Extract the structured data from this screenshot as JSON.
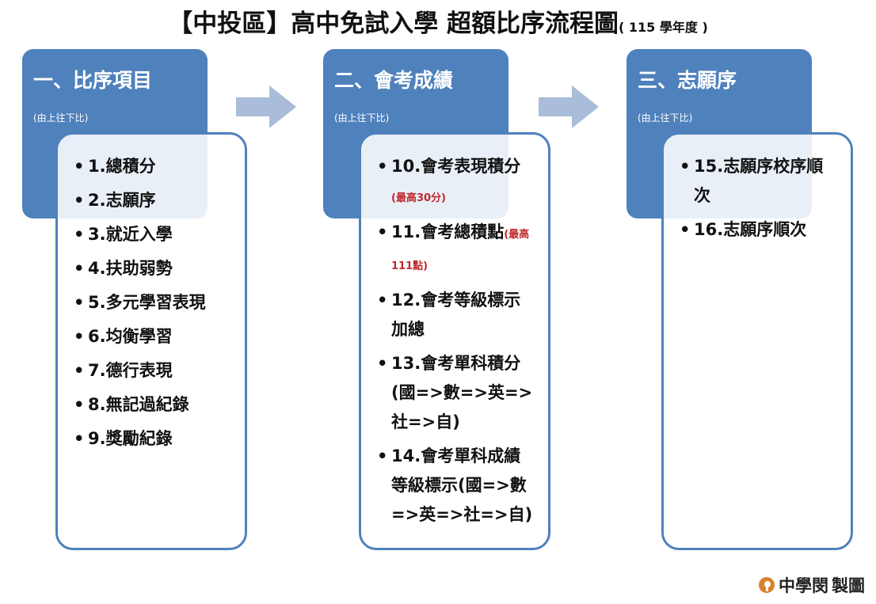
{
  "title": {
    "main": "【中投區】高中免試入學 超額比序流程圖",
    "sub": "( 115 學年度 )"
  },
  "columns": [
    {
      "heading": "一、比序項目",
      "note": "(由上往下比)",
      "items": [
        {
          "text": "1.總積分"
        },
        {
          "text": "2.志願序"
        },
        {
          "text": "3.就近入學"
        },
        {
          "text": "4.扶助弱勢"
        },
        {
          "text": "5.多元學習表現"
        },
        {
          "text": "6.均衡學習"
        },
        {
          "text": "7.德行表現"
        },
        {
          "text": "8.無記過紀錄"
        },
        {
          "text": "9.獎勵紀錄"
        }
      ]
    },
    {
      "heading": "二、會考成績",
      "note": "(由上往下比)",
      "items": [
        {
          "text": "10.會考表現積分",
          "note": "(最高30分)"
        },
        {
          "text": "11.會考總積點",
          "note": "(最高111點)"
        },
        {
          "text": "12.會考等級標示加總"
        },
        {
          "text": "13.會考單科積分(國=>數=>英=>社=>自)"
        },
        {
          "text": "14.會考單科成績等級標示(國=>數=>英=>社=>自)"
        }
      ]
    },
    {
      "heading": "三、志願序",
      "note": "(由上往下比)",
      "items": [
        {
          "text": "15.志願序校序順次"
        },
        {
          "text": "16.志願序順次"
        }
      ]
    }
  ],
  "footer": {
    "brand": "中學閔",
    "suffix": "製圖"
  },
  "colors": {
    "blue": "#4f81bd",
    "arrow": "#a9bcd9",
    "red": "#c0282c"
  }
}
